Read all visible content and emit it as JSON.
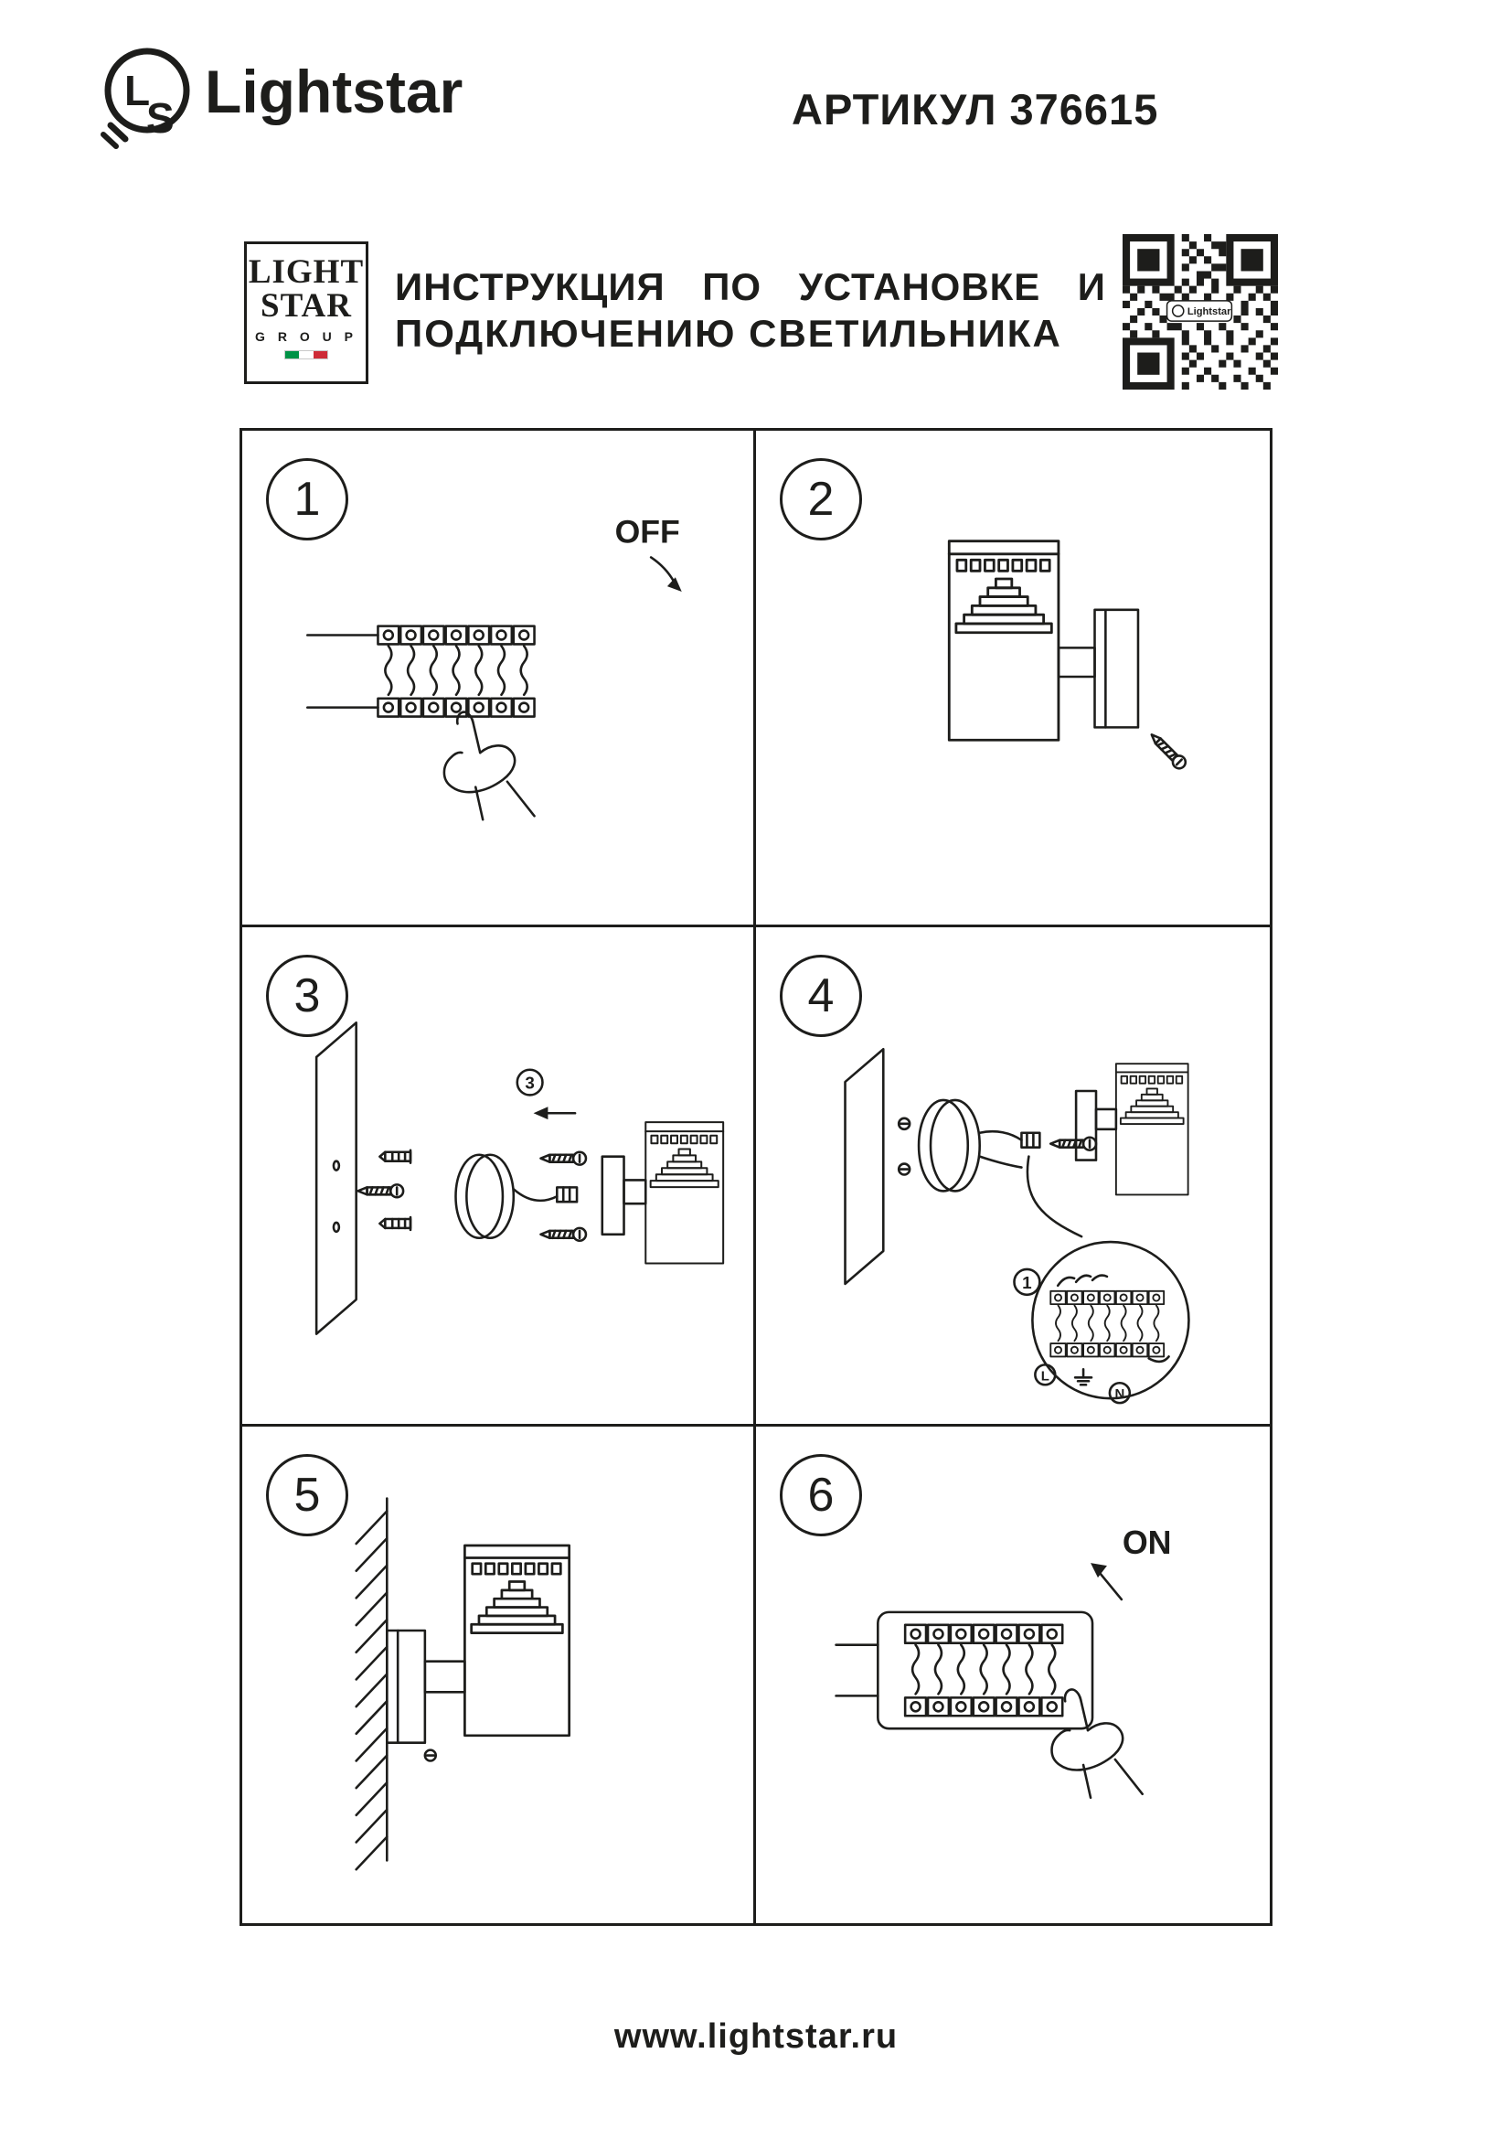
{
  "header": {
    "brand": "Lightstar",
    "monogram_l": "L",
    "monogram_s": "S",
    "article": "АРТИКУЛ 376615"
  },
  "logo_box": {
    "line1": "LIGHT",
    "line2": "STAR",
    "line3": "G R O U P"
  },
  "title": {
    "line1": "ИНСТРУКЦИЯ ПО УСТАНОВКЕ И",
    "line2": "ПОДКЛЮЧЕНИЮ СВЕТИЛЬНИКА"
  },
  "qr": {
    "label": "Lightstar"
  },
  "steps": [
    {
      "number": "1",
      "annotation": "OFF"
    },
    {
      "number": "2"
    },
    {
      "number": "3",
      "callout": "3"
    },
    {
      "number": "4",
      "callout": "1",
      "label_l": "L",
      "label_n": "N"
    },
    {
      "number": "5"
    },
    {
      "number": "6",
      "annotation": "ON"
    }
  ],
  "footer": {
    "url": "www.lightstar.ru"
  },
  "colors": {
    "ink": "#1d1d1b",
    "flag_green": "#009246",
    "flag_red": "#ce2b37"
  }
}
